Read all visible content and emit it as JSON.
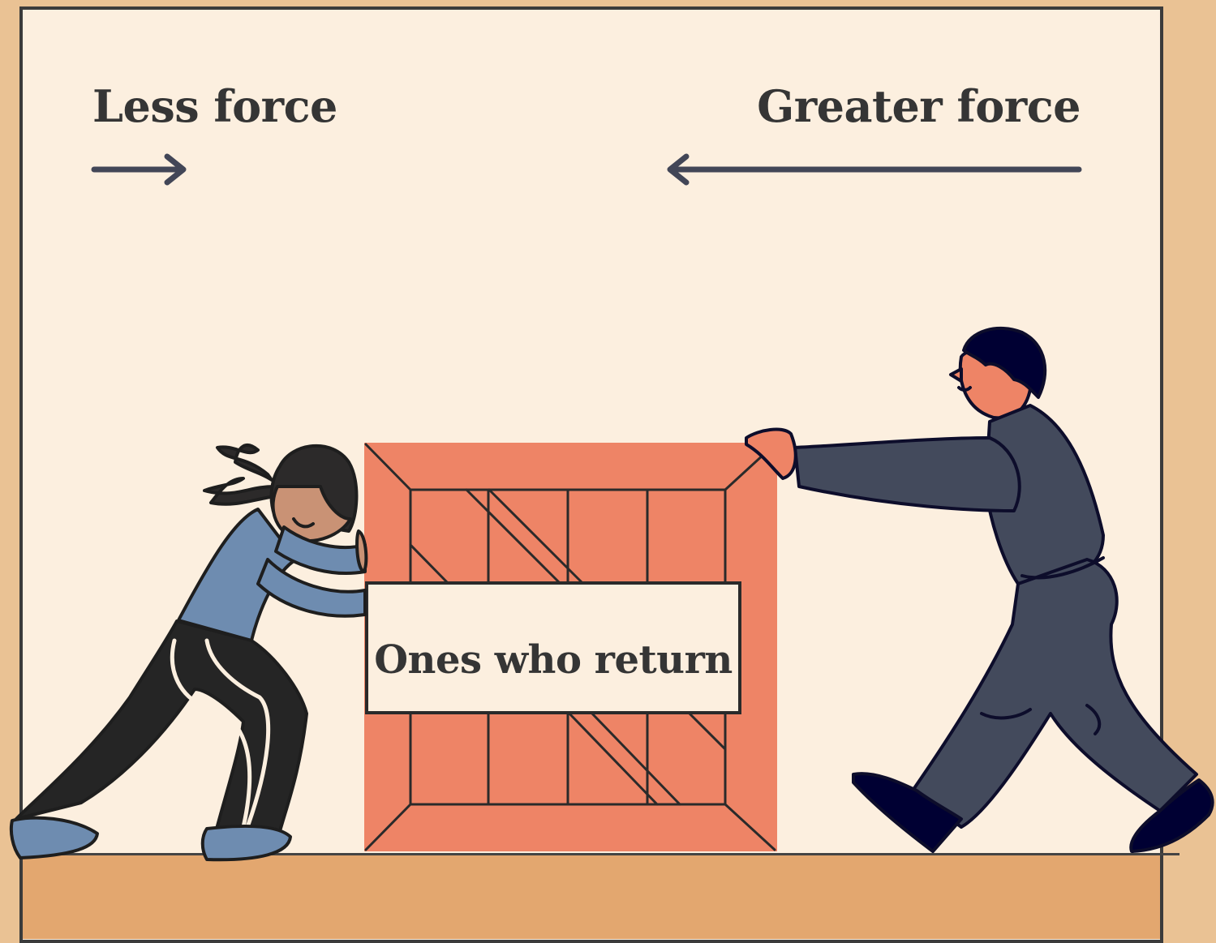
{
  "labels": {
    "less_force": "Less force",
    "greater_force": "Greater force",
    "crate": "Ones who return"
  },
  "colors": {
    "background": "#eac294",
    "panel": "#fcefdf",
    "floor": "#e3a76f",
    "crate": "#ee8466",
    "text": "#353535",
    "arrow": "#424657",
    "suit": "#434a5c",
    "shirt": "#6e8cb0",
    "pants": "#252525"
  },
  "icons": {
    "less_force_arrow": "arrow-right-icon",
    "greater_force_arrow": "arrow-left-icon"
  }
}
